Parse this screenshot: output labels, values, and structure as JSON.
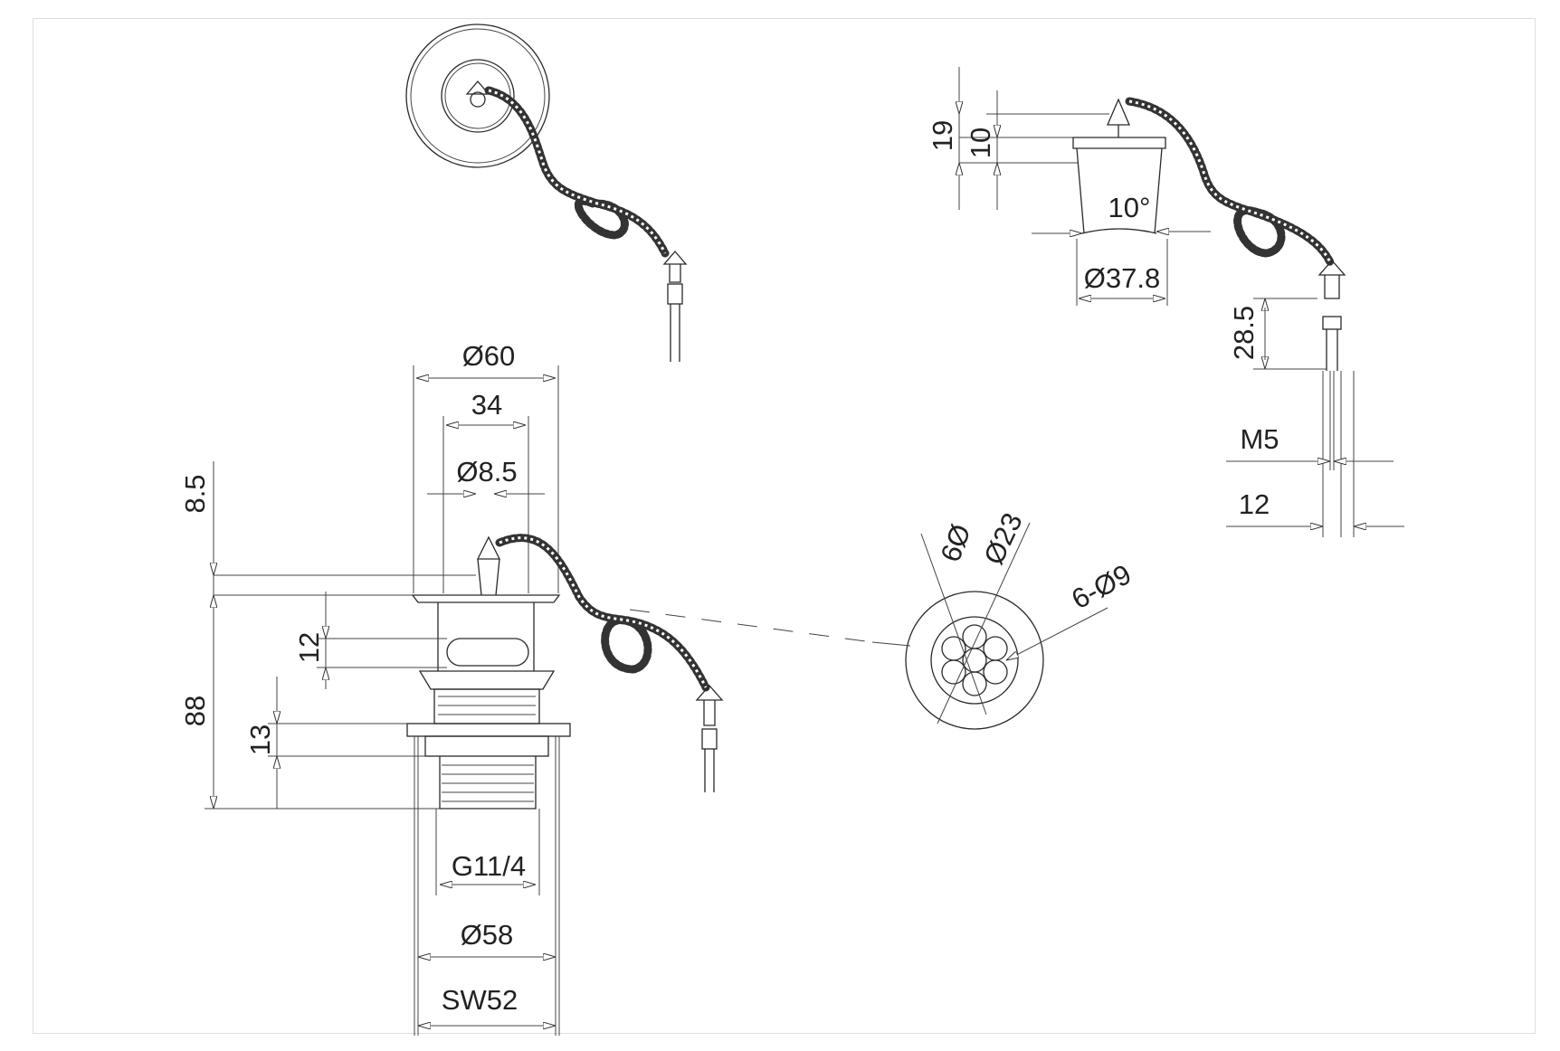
{
  "dimensions": {
    "d60": "Ø60",
    "d34": "34",
    "d8_5": "Ø8.5",
    "h8_5": "8.5",
    "h12": "12",
    "h88": "88",
    "h13": "13",
    "g114": "G11/4",
    "d58": "Ø58",
    "sw52": "SW52",
    "h19": "19",
    "h10": "10",
    "angle10": "10°",
    "d37_8": "Ø37.8",
    "h28_5": "28.5",
    "m5": "M5",
    "w12": "12",
    "d6": "6Ø",
    "d23": "Ø23",
    "holes": "6-Ø9"
  },
  "colors": {
    "line": "#2a2a2a",
    "frame": "#dddddd",
    "background": "#ffffff"
  }
}
